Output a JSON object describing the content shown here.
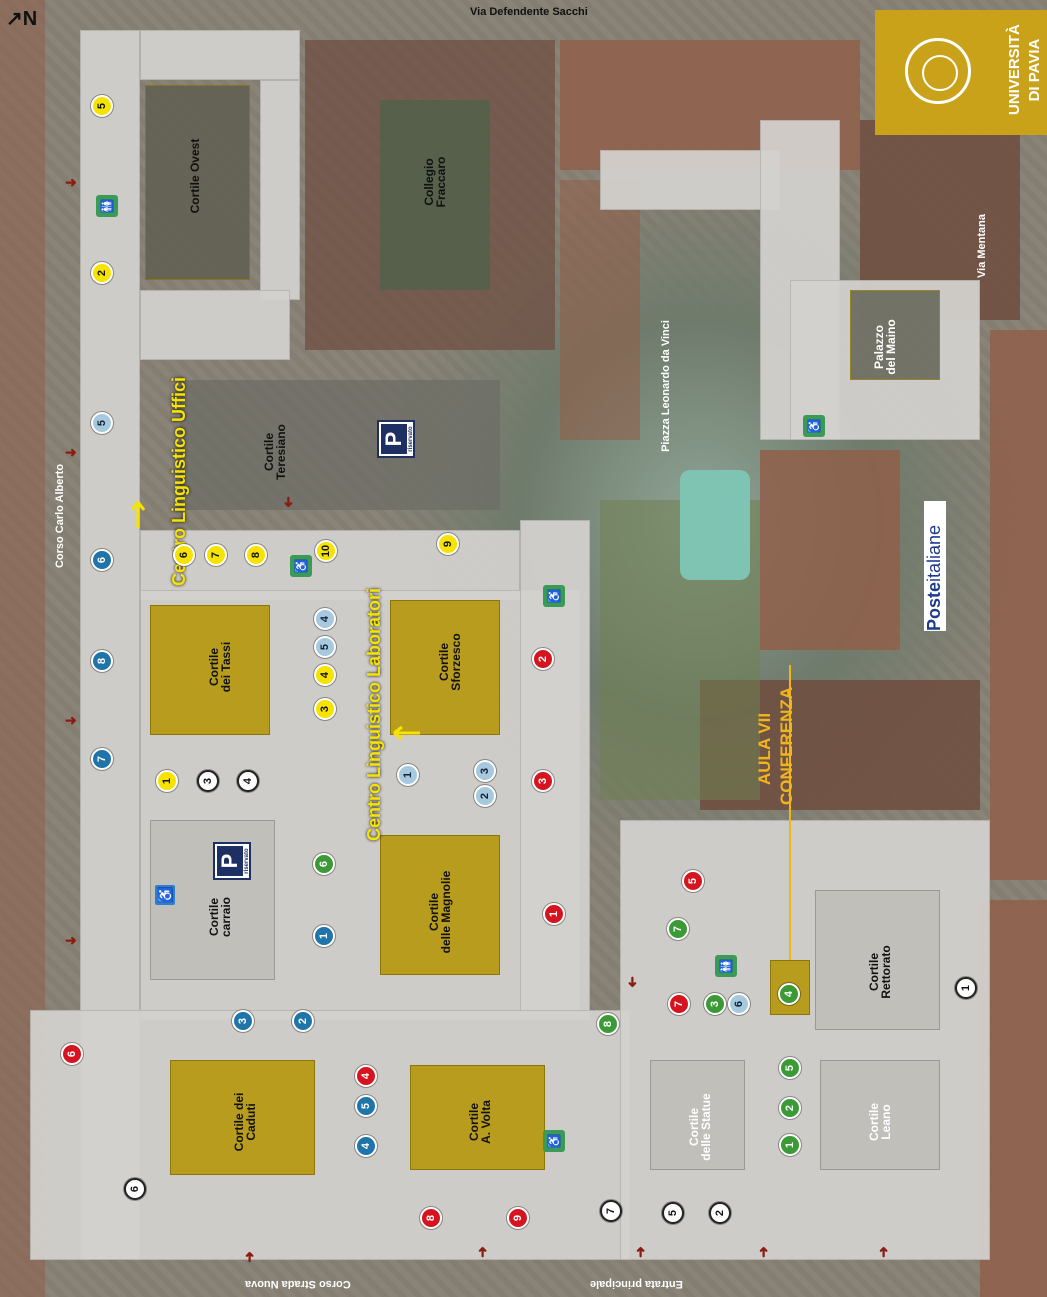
{
  "logo": {
    "line1": "UNIVERSITÀ",
    "line2": "DI PAVIA",
    "bg": "#c9a21a"
  },
  "streets": {
    "top": "Via Defendente Sacchi",
    "bottom": "Entrata principale",
    "left_top": "Corso Carlo Alberto",
    "left_bottom": "Corso Strada Nuova",
    "right": "Via Mentana",
    "piazza": "Piazza Leonardo da Vinci"
  },
  "courts": {
    "ovest": "Cortile Ovest",
    "fraccaro": "Collegio\nFraccaro",
    "teresiano": "Cortile\nTeresiano",
    "tassi": "Cortile\ndei Tassi",
    "sforzesco": "Cortile\nSforzesco",
    "carraio": "Cortile\ncarraio",
    "magnolie": "Cortile\ndelle Magnolie",
    "caduti": "Cortile dei\nCaduti",
    "volta": "Cortile\nA. Volta",
    "statue": "Cortile\ndelle Statue",
    "leano": "Cortile\nLeano",
    "rettorato": "Cortile\nRettorato",
    "maino": "Palazzo\ndel Maino"
  },
  "labels": {
    "cl_uffici": "Centro Linguistico Uffici",
    "cl_lab": "Centro Linguistico Laboratori",
    "aula_line1": "AULA VII",
    "aula_line2": "CONFERENZA",
    "poste_a": "Poste",
    "poste_b": "italiane",
    "parking": "P",
    "reserved": "riservato",
    "wc": "WC"
  },
  "pins": [
    {
      "n": "5",
      "c": "yellow"
    },
    {
      "n": "2",
      "c": "yellow"
    },
    {
      "n": "5",
      "c": "lblue"
    },
    {
      "n": "6",
      "c": "blue"
    },
    {
      "n": "8",
      "c": "blue"
    },
    {
      "n": "7",
      "c": "blue"
    },
    {
      "n": "6",
      "c": "yellow"
    },
    {
      "n": "7",
      "c": "yellow"
    },
    {
      "n": "8",
      "c": "yellow"
    },
    {
      "n": "10",
      "c": "yellow"
    },
    {
      "n": "9",
      "c": "yellow"
    },
    {
      "n": "4",
      "c": "lblue"
    },
    {
      "n": "5",
      "c": "lblue"
    },
    {
      "n": "4",
      "c": "yellow"
    },
    {
      "n": "3",
      "c": "yellow"
    },
    {
      "n": "1",
      "c": "yellow"
    },
    {
      "n": "3",
      "c": "white"
    },
    {
      "n": "4",
      "c": "white"
    },
    {
      "n": "1",
      "c": "lblue"
    },
    {
      "n": "2",
      "c": "lblue"
    },
    {
      "n": "3",
      "c": "lblue"
    },
    {
      "n": "2",
      "c": "red"
    },
    {
      "n": "3",
      "c": "red"
    },
    {
      "n": "1",
      "c": "red"
    },
    {
      "n": "6",
      "c": "green"
    },
    {
      "n": "1",
      "c": "blue"
    },
    {
      "n": "3",
      "c": "blue"
    },
    {
      "n": "2",
      "c": "blue"
    },
    {
      "n": "6",
      "c": "red"
    },
    {
      "n": "4",
      "c": "red"
    },
    {
      "n": "5",
      "c": "blue"
    },
    {
      "n": "4",
      "c": "blue"
    },
    {
      "n": "6",
      "c": "white"
    },
    {
      "n": "8",
      "c": "red"
    },
    {
      "n": "9",
      "c": "red"
    },
    {
      "n": "7",
      "c": "white"
    },
    {
      "n": "5",
      "c": "white"
    },
    {
      "n": "2",
      "c": "white"
    },
    {
      "n": "8",
      "c": "green"
    },
    {
      "n": "7",
      "c": "red"
    },
    {
      "n": "3",
      "c": "green"
    },
    {
      "n": "6",
      "c": "lblue"
    },
    {
      "n": "7",
      "c": "green"
    },
    {
      "n": "5",
      "c": "red"
    },
    {
      "n": "4",
      "c": "green"
    },
    {
      "n": "5",
      "c": "green"
    },
    {
      "n": "2",
      "c": "green"
    },
    {
      "n": "1",
      "c": "green"
    },
    {
      "n": "1",
      "c": "white"
    }
  ]
}
